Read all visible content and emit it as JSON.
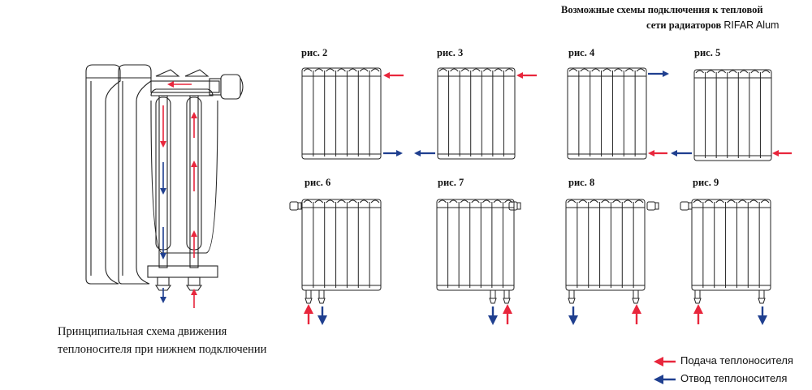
{
  "title": {
    "line1": "Возможные схемы подключения к тепловой",
    "line2_main": "сети радиаторов",
    "line2_brand": "RIFAR Alum"
  },
  "figures": [
    {
      "label": "рис. 2"
    },
    {
      "label": "рис. 3"
    },
    {
      "label": "рис. 4"
    },
    {
      "label": "рис. 5"
    },
    {
      "label": "рис. 6"
    },
    {
      "label": "рис. 7"
    },
    {
      "label": "рис. 8"
    },
    {
      "label": "рис. 9"
    }
  ],
  "caption": {
    "line1": "Принципиальная схема движения",
    "line2": "теплоносителя при нижнем подключении"
  },
  "legend": {
    "supply": "Подача теплоносителя",
    "return": "Отвод теплоносителя"
  },
  "colors": {
    "supply": "#e8263c",
    "return": "#1f3f8f",
    "line": "#222222"
  }
}
